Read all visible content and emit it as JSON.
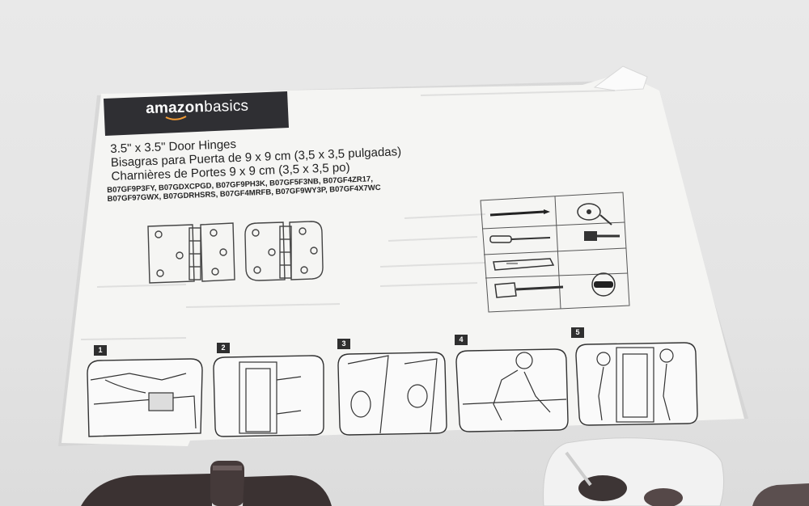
{
  "brand": {
    "bold": "amazon",
    "light": "basics"
  },
  "titles": {
    "en": "3.5\" x 3.5\" Door Hinges",
    "es": "Bisagras para Puerta de 9 x 9 cm (3,5 x 3,5 pulgadas)",
    "fr": "Charnières de Portes 9 x 9 cm (3,5 x 3,5 po)"
  },
  "codes": {
    "line1": "B07GF9P3FY, B07GDXCPGD, B07GF9PH3K, B07GF5F3NB, B07GF4ZR17,",
    "line2": "B07GF97GWX, B07GDRHSRS, B07GF4MRFB, B07GF9WY3P, B07GF4X7WC"
  },
  "steps": [
    "1",
    "2",
    "3",
    "4",
    "5"
  ],
  "tools": [
    "pencil-icon",
    "tape-measure-icon",
    "screwdriver-icon",
    "hammer-icon",
    "utility-knife-icon",
    "chisel-icon",
    "safety-goggles-icon"
  ],
  "colors": {
    "banner": "#2f2f33",
    "paper": "#f4f4f2",
    "background": "#e6e6e6",
    "hardware": "#3d3434"
  }
}
